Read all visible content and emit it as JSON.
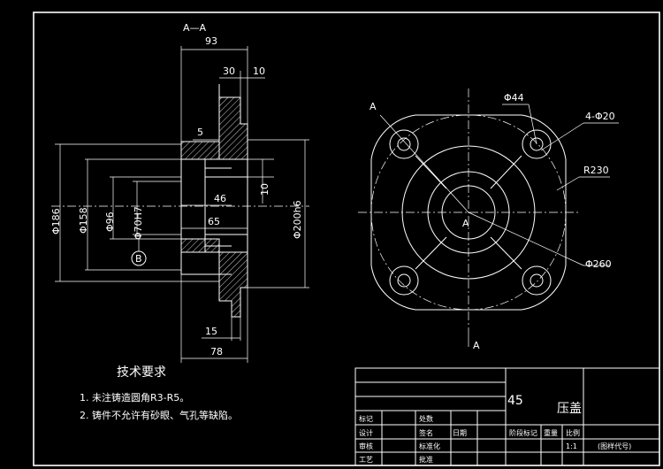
{
  "section_view": {
    "label": "A—A",
    "dims": {
      "overall_width": "93",
      "flange_thk": "30",
      "boss": "10",
      "chamfer": "5",
      "groove_depth": "10",
      "bore_len": "46",
      "hub_len": "65",
      "step": "15",
      "total": "78",
      "d186": "Φ186",
      "d158": "Φ158",
      "d96": "Φ96",
      "d70": "Φ70H7",
      "d200": "Φ200h6"
    },
    "datum": "B"
  },
  "plan_view": {
    "section_mark_top": "A",
    "section_mark_bottom": "A",
    "center_label": "A",
    "labels": {
      "hole_cb": "Φ44",
      "holes": "4-Φ20",
      "radius": "R230",
      "pcd": "Φ260"
    }
  },
  "notes": {
    "title": "技术要求",
    "items": [
      "1.  未注铸造圆角R3-R5。",
      "2.  铸件不允许有砂眼、气孔等缺陷。"
    ]
  },
  "title_block": {
    "material": "45",
    "part_name": "压盖",
    "scale": "1:1",
    "drawing_no": "(图样代号)",
    "small_cells": [
      "标记",
      "处数",
      "设计",
      "审核",
      "工艺",
      "签名",
      "标准化",
      "日期",
      "批准",
      "阶段标记",
      "重量",
      "比例"
    ]
  }
}
